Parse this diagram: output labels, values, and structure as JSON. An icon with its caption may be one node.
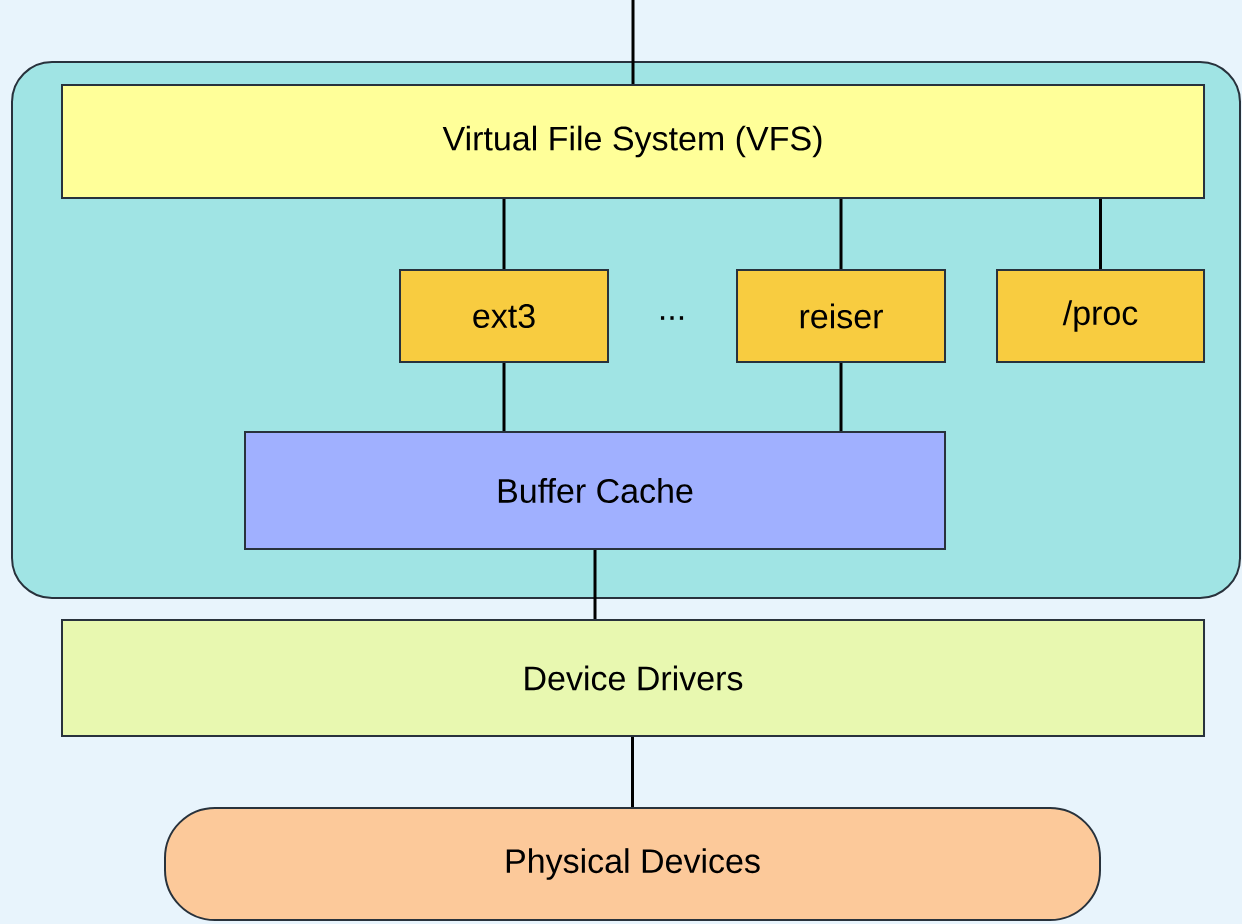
{
  "diagram": {
    "nodes": [
      {
        "text": [],
        "shape": "box"
      },
      {
        "text": [
          "Virtual File System (VFS)"
        ],
        "in": 0
      },
      {
        "text": [
          "ext3"
        ],
        "in": 0
      },
      {
        "text": [
          "reiser"
        ],
        "in": 0
      },
      {
        "text": [
          "/proc"
        ],
        "in": 0
      },
      {
        "text": [
          "Buffer Cache"
        ],
        "in": 0
      },
      {
        "text": [
          "Device Drivers"
        ]
      },
      {
        "text": [
          "Physical Devices"
        ]
      }
    ],
    "edges": [
      {
        "from": null,
        "to": 1,
        "arrow": "none"
      },
      {
        "from": 1,
        "to": 2,
        "arrow": "none"
      },
      {
        "from": 1,
        "to": 3,
        "arrow": "none"
      },
      {
        "from": 1,
        "to": 4,
        "arrow": "none"
      },
      {
        "from": 2,
        "to": 5,
        "arrow": "none"
      },
      {
        "from": 3,
        "to": 5,
        "arrow": "none"
      },
      {
        "from": 5,
        "to": 6,
        "arrow": "none"
      },
      {
        "from": 6,
        "to": 7,
        "arrow": "none"
      }
    ],
    "labels": [
      "..."
    ]
  }
}
